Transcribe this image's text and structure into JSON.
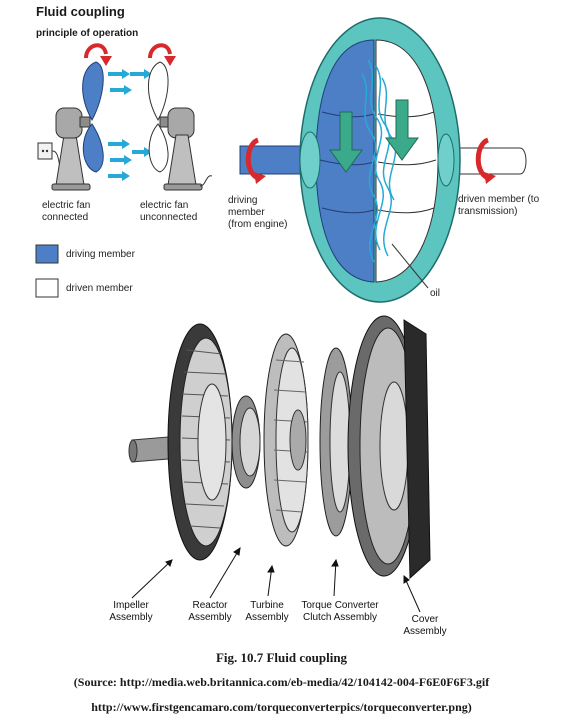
{
  "top_diagram": {
    "title": "Fluid coupling",
    "subtitle": "principle of operation",
    "labels": {
      "fan_connected": "electric fan connected",
      "fan_unconnected": "electric fan unconnected",
      "driving_member": "driving member (from engine)",
      "driven_member": "driven member (to transmission)",
      "oil": "oil"
    },
    "legend": [
      {
        "label": "driving member",
        "color": "#4d7fc6"
      },
      {
        "label": "driven member",
        "color": "#ffffff"
      }
    ],
    "colors": {
      "casing": "#5cc5c0",
      "driving": "#4d7fc6",
      "arrow_red": "#d7282b",
      "flow_cyan": "#27a9d8",
      "flow_green": "#3aaa8a"
    }
  },
  "bottom_diagram": {
    "labels": {
      "impeller": "Impeller Assembly",
      "reactor": "Reactor Assembly",
      "turbine": "Turbine Assembly",
      "clutch": "Torque Converter Clutch Assembly",
      "cover": "Cover Assembly"
    }
  },
  "caption": {
    "figure": "Fig. 10.7 Fluid coupling",
    "source_line1": "(Source: http://media.web.britannica.com/eb-media/42/104142-004-F6E0F6F3.gif",
    "source_line2": "http://www.firstgencamaro.com/torqueconverterpics/torqueconverter.png)"
  }
}
